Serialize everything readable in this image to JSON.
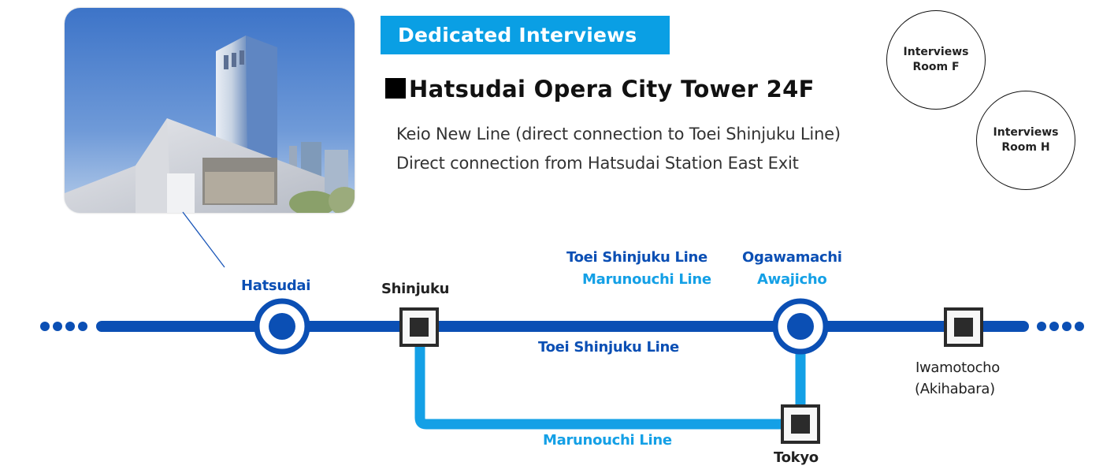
{
  "badge": {
    "label": "Dedicated Interviews"
  },
  "venue": {
    "title": "Hatsudai Opera City Tower 24F",
    "access": [
      "Keio New Line (direct connection to Toei Shinjuku Line)",
      "Direct connection from Hatsudai Station East Exit"
    ]
  },
  "photo": {
    "alt": "Hatsudai Opera City Tower building photo"
  },
  "rooms": [
    {
      "line1": "Interviews",
      "line2": "Room F"
    },
    {
      "line1": "Interviews",
      "line2": "Room H"
    }
  ],
  "colors": {
    "toei_shinjuku_line": "#0b4fb4",
    "marunouchi_line": "#14a0e6",
    "badge": "#0a9fe4",
    "transfer_station": "#222222"
  },
  "route_map": {
    "lines": [
      {
        "name": "Toei Shinjuku Line",
        "color": "#0b4fb4"
      },
      {
        "name": "Marunouchi Line",
        "color": "#14a0e6"
      }
    ],
    "stations": {
      "hatsudai": {
        "name": "Hatsudai",
        "type": "ring"
      },
      "shinjuku": {
        "name": "Shinjuku",
        "type": "square"
      },
      "ogawamachi": {
        "name_line1": "Ogawamachi",
        "name_line2": "Awajicho",
        "type": "ring"
      },
      "iwamotocho": {
        "name_line1": "Iwamotocho",
        "name_line2": "(Akihabara)",
        "type": "square"
      },
      "tokyo": {
        "name": "Tokyo",
        "type": "square"
      }
    },
    "labels": {
      "ogawamachi_line1": "Toei Shinjuku Line",
      "ogawamachi_line2": "Marunouchi Line",
      "main_line": "Toei Shinjuku Line",
      "branch_line": "Marunouchi Line"
    }
  }
}
